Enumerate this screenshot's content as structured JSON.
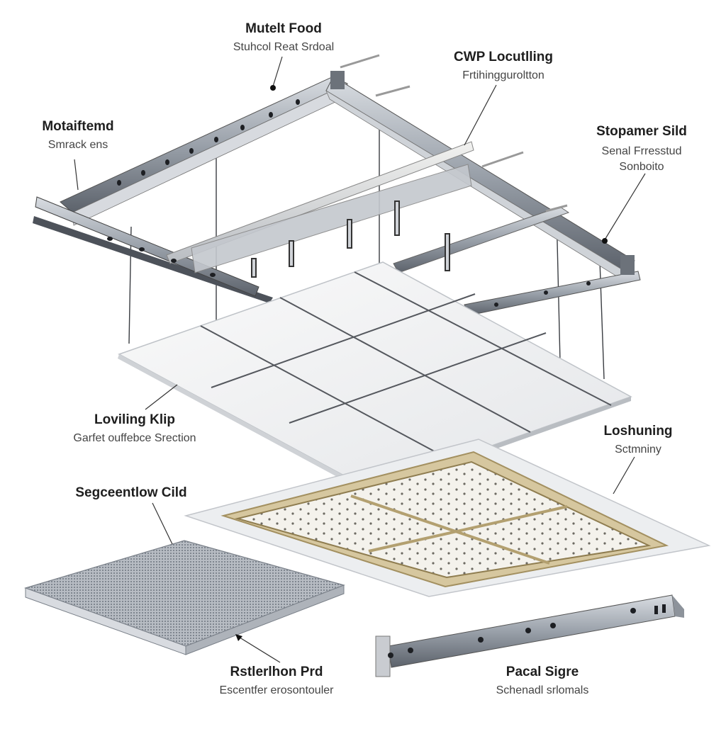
{
  "labels": [
    {
      "id": "mutelt-food",
      "title": "Mutelt Food",
      "sub": "Stuhcol Reat Srdoal"
    },
    {
      "id": "cwp-locutlling",
      "title": "CWP Locutlling",
      "sub": "Frtihingguroltton"
    },
    {
      "id": "motaiftemd",
      "title": "Motaiftemd",
      "sub": "Smrack ens"
    },
    {
      "id": "stopamer-sild",
      "title": "Stopamer Sild",
      "sub": "Senal Frresstud Sonboito"
    },
    {
      "id": "loviling-klip",
      "title": "Loviling Klip",
      "sub": "Garfet ouffebce Srection"
    },
    {
      "id": "loshuning",
      "title": "Loshuning",
      "sub": "Sctmniny"
    },
    {
      "id": "segceentlow-cild",
      "title": "Segceentlow Cild",
      "sub": ""
    },
    {
      "id": "rstlerlhon-prd",
      "title": "Rstlerlhon Prd",
      "sub": "Escentfer erosontouler"
    },
    {
      "id": "pacal-sigre",
      "title": "Pacal Sigre",
      "sub": "Schenadl srlomals"
    }
  ],
  "colors": {
    "rail": "#8a9099",
    "rail_dark": "#4b5059",
    "panel": "#f1f1f1",
    "panel_edge": "#c9cbd0",
    "tray_frame": "#c8b48a",
    "mesh": "#9aa0a8"
  }
}
